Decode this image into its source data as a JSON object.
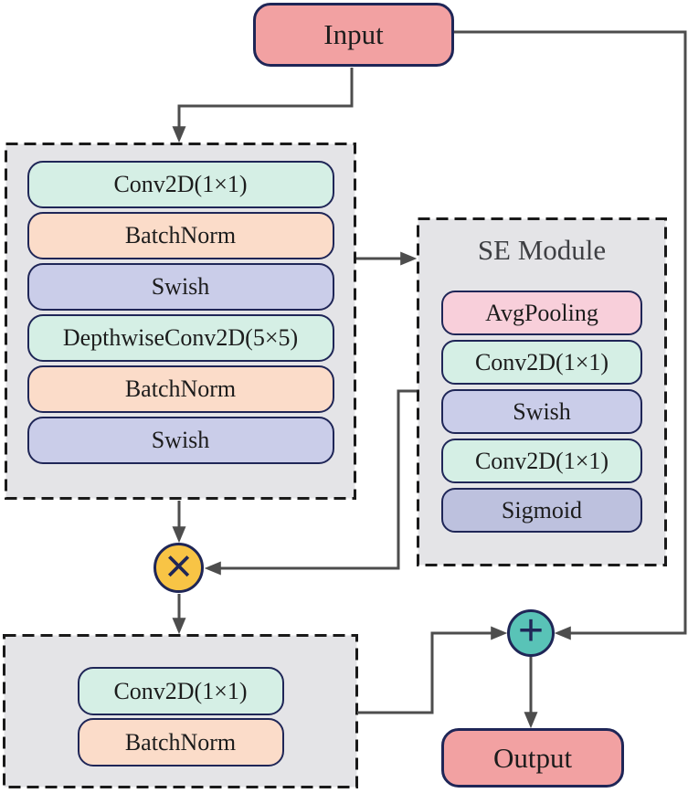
{
  "colors": {
    "box_fill": "#e4e4e7",
    "box_border": "#1a1a1a",
    "node_border": "#1f2657",
    "mint": "#d5efe5",
    "peach": "#fbdcc9",
    "lavender": "#cacde9",
    "pink": "#f8cfda",
    "periwinkle": "#bdc1de",
    "io_fill": "#f2a1a2",
    "multiply_fill": "#f8c445",
    "add_fill": "#59c3b7",
    "line": "#4d4d4d",
    "text": "#1c1c1c",
    "se_title_color": "#3e3f43"
  },
  "nodes": {
    "input": "Input",
    "output": "Output",
    "main_block": {
      "rows": [
        {
          "label": "Conv2D(1×1)",
          "type": "mint"
        },
        {
          "label": "BatchNorm",
          "type": "peach"
        },
        {
          "label": "Swish",
          "type": "lavender"
        },
        {
          "label": "DepthwiseConv2D(5×5)",
          "type": "mint"
        },
        {
          "label": "BatchNorm",
          "type": "peach"
        },
        {
          "label": "Swish",
          "type": "lavender"
        }
      ]
    },
    "se_module": {
      "title": "SE Module",
      "rows": [
        {
          "label": "AvgPooling",
          "type": "pink"
        },
        {
          "label": "Conv2D(1×1)",
          "type": "mint"
        },
        {
          "label": "Swish",
          "type": "lavender"
        },
        {
          "label": "Conv2D(1×1)",
          "type": "mint"
        },
        {
          "label": "Sigmoid",
          "type": "periwinkle"
        }
      ]
    },
    "projection_block": {
      "rows": [
        {
          "label": "Conv2D(1×1)",
          "type": "mint"
        },
        {
          "label": "BatchNorm",
          "type": "peach"
        }
      ]
    }
  },
  "operators": {
    "multiply": "×",
    "add": "+"
  }
}
